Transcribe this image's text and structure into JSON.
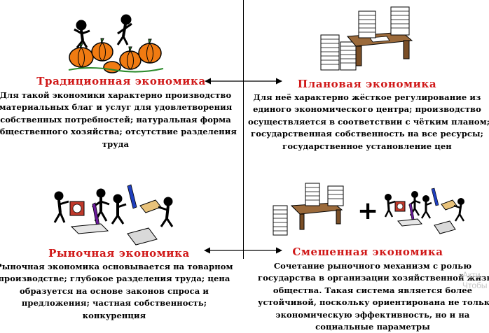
{
  "traditional": {
    "title": "Традиционная экономика",
    "lines": [
      "Для такой экономики характерно производство",
      "материальных благ и услуг для удовлетворения",
      "собственных потребностей; натуральная форма",
      "общественного хозяйства; отсутствие разделения",
      "труда"
    ]
  },
  "planned": {
    "title": "Плановая экономика",
    "lines": [
      "Для неё характерно жёсткое регулирование из",
      "единого экономического центра; производство",
      "осуществляется в соответствии с чётким планом;",
      "государственная собственность на все ресурсы;",
      "государственное установление цен"
    ]
  },
  "market": {
    "title": "Рыночная экономика",
    "lines": [
      "Рыночная экономика основывается на товарном",
      "производстве; глубокое разделения труда; цена",
      "образуется на основе законов спроса и",
      "предложения; частная собственность;",
      "конкуренция"
    ]
  },
  "mixed": {
    "title": "Смешенная экономика",
    "lines": [
      "Сочетание рыночного механизм с ролью",
      "государства в организации хозяйственной жизни",
      "общества. Такая система является более",
      "устойчивой, поскольку ориентирована не только на",
      "экономическую эффективность, но и на",
      "социальные параметры"
    ]
  },
  "plus_sign": "+",
  "watermark": {
    "line1": "Акти",
    "line2": "Чтобы"
  }
}
